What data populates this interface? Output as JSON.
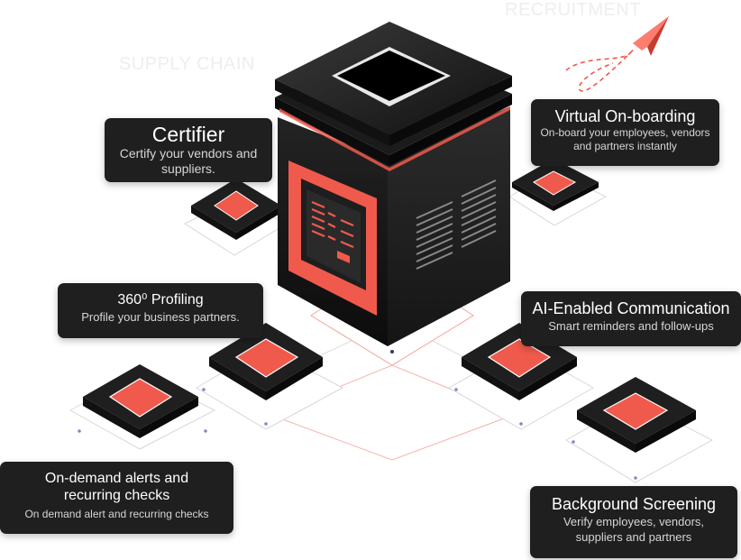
{
  "ghost_labels": {
    "supply_chain": "SUPPLY CHAIN",
    "recruitment": "RECRUITMENT"
  },
  "cards": {
    "certifier": {
      "title": "Certifier",
      "subtitle": "Certify your vendors and suppliers."
    },
    "virtual_onboarding": {
      "title": "Virtual On-boarding",
      "subtitle": "On-board your employees, vendors and partners instantly"
    },
    "profiling": {
      "title": "360⁰ Profiling",
      "subtitle": "Profile your business partners."
    },
    "ai_communication": {
      "title": "AI-Enabled Communication",
      "subtitle": "Smart reminders and follow-ups"
    },
    "alerts": {
      "title": "On-demand alerts and recurring checks",
      "subtitle": "On demand alert and recurring checks"
    },
    "background_screening": {
      "title": "Background Screening",
      "subtitle": "Verify employees, vendors, suppliers and partners"
    }
  },
  "colors": {
    "accent": "#f05a4c",
    "dark": "#1f1f1f",
    "outline": "#d8d8d8",
    "dot": "#8a86c4"
  }
}
